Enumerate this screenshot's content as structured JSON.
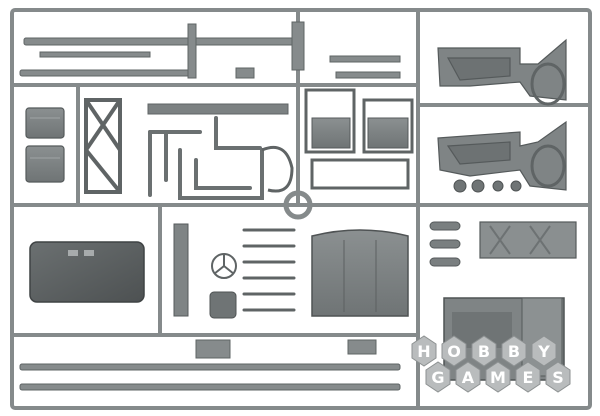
{
  "image": {
    "subject": "model-kit-sprue",
    "palette": {
      "background": "#ffffff",
      "plastic": "#7f8485",
      "plastic_dark": "#5b6061",
      "plastic_light": "#a4a8a9",
      "runner": "#8a8f90",
      "watermark_hex": "#b9bcbd",
      "watermark_dark": "#8d9192"
    }
  },
  "watermark": {
    "line1": [
      "H",
      "O",
      "B",
      "B",
      "Y"
    ],
    "line2": [
      "G",
      "A",
      "M",
      "E",
      "S"
    ]
  }
}
